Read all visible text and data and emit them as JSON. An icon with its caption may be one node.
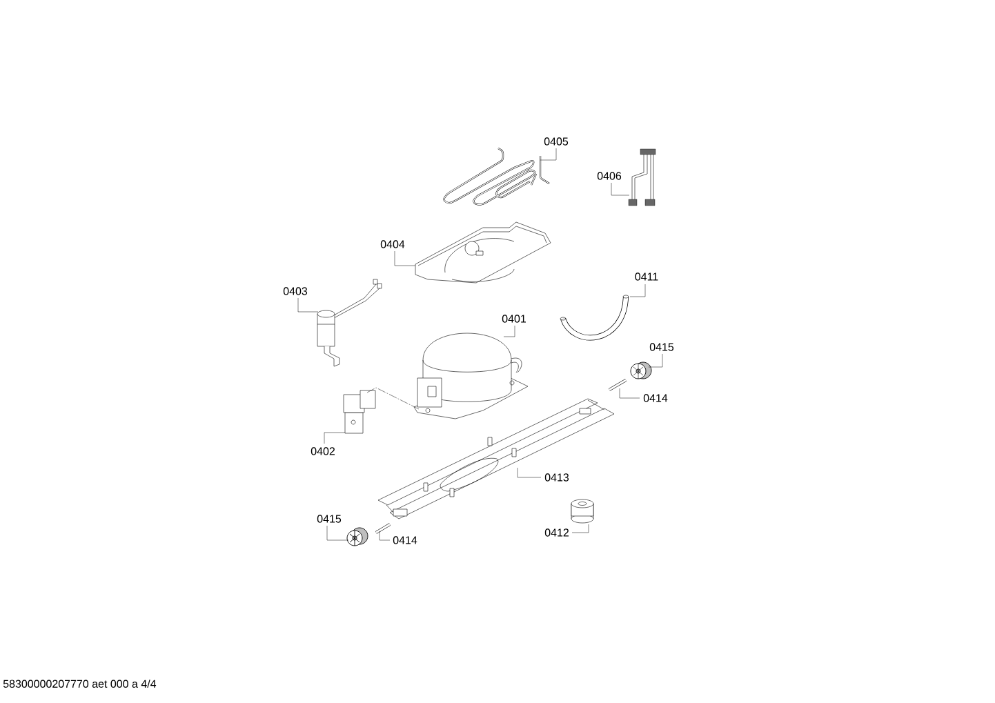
{
  "diagram": {
    "nodes": [
      {
        "text": [
          "0405"
        ]
      },
      {
        "text": [
          "0406"
        ]
      },
      {
        "text": [
          "0404"
        ]
      },
      {
        "text": [
          "0411"
        ]
      },
      {
        "text": [
          "0403"
        ]
      },
      {
        "text": [
          "0401"
        ]
      },
      {
        "text": [
          "0415"
        ]
      },
      {
        "text": [
          "0414"
        ]
      },
      {
        "text": [
          "0402"
        ]
      },
      {
        "text": [
          "0413"
        ]
      },
      {
        "text": [
          "0415"
        ]
      },
      {
        "text": [
          "0412"
        ]
      },
      {
        "text": [
          "0414"
        ]
      },
      {
        "text": [],
        "shape": "picture"
      },
      {
        "text": [],
        "shape": "picture"
      },
      {
        "text": [],
        "shape": "picture"
      },
      {
        "text": [],
        "shape": "picture"
      },
      {
        "text": [],
        "shape": "picture"
      },
      {
        "text": [],
        "shape": "picture"
      },
      {
        "text": [],
        "shape": "picture"
      },
      {
        "text": [],
        "shape": "picture"
      },
      {
        "text": [],
        "shape": "picture"
      },
      {
        "text": [],
        "shape": "picture"
      },
      {
        "text": [],
        "shape": "picture"
      },
      {
        "text": [],
        "shape": "picture"
      },
      {
        "text": [],
        "shape": "picture"
      }
    ],
    "edges": [
      {
        "from": 0,
        "to": 13,
        "arrow": "none"
      },
      {
        "from": 1,
        "to": 14,
        "arrow": "none"
      },
      {
        "from": 2,
        "to": 15,
        "arrow": "none"
      },
      {
        "from": 3,
        "to": 16,
        "arrow": "none"
      },
      {
        "from": 4,
        "to": 17,
        "arrow": "none"
      },
      {
        "from": 5,
        "to": 18,
        "arrow": "none"
      },
      {
        "from": 6,
        "to": 19,
        "arrow": "none"
      },
      {
        "from": 7,
        "to": 20,
        "arrow": "none"
      },
      {
        "from": 8,
        "to": 21,
        "arrow": "none"
      },
      {
        "from": 9,
        "to": 22,
        "arrow": "none"
      },
      {
        "from": 10,
        "to": 23,
        "arrow": "none"
      },
      {
        "from": 11,
        "to": 24,
        "arrow": "none"
      },
      {
        "from": 12,
        "to": 25,
        "arrow": "none"
      },
      {
        "from": 21,
        "to": 18,
        "arrow": "none",
        "style": "dashed"
      }
    ],
    "labels": [
      "58300000207770 aet 000 a 4/4"
    ]
  }
}
